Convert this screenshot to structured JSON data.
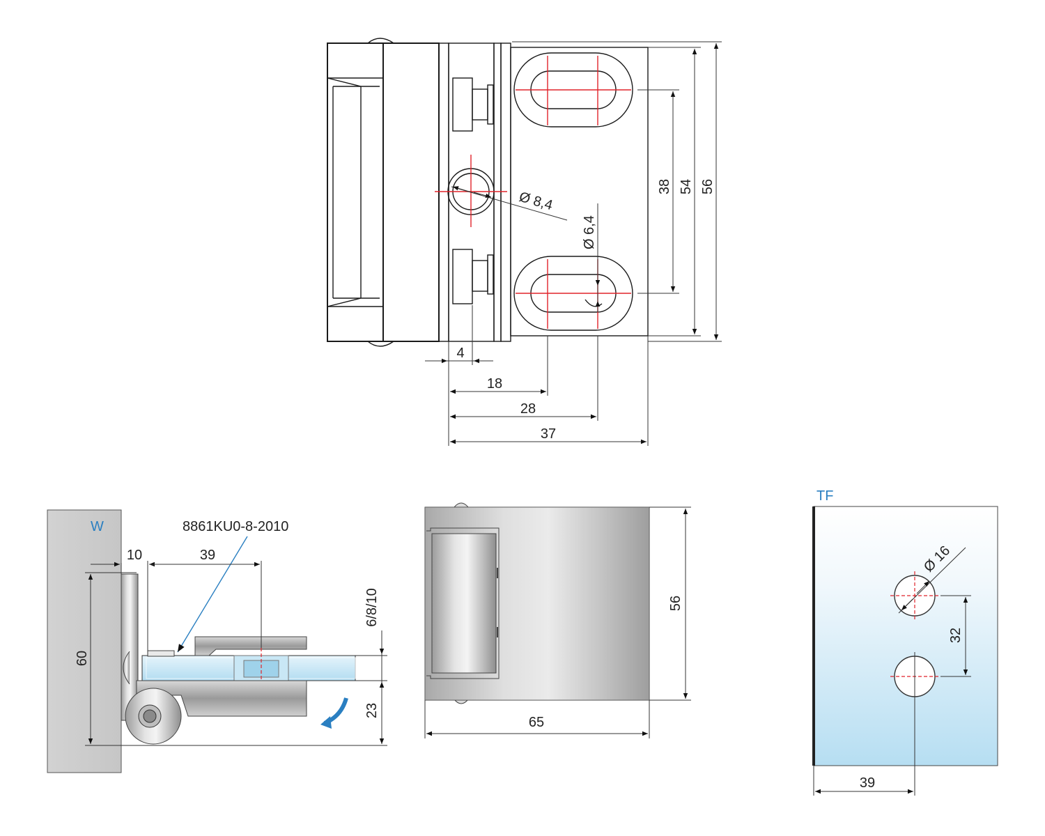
{
  "top_view": {
    "dims": {
      "d38": "38",
      "d54": "54",
      "d56": "56",
      "d4": "4",
      "d18": "18",
      "d28": "28",
      "d37": "37",
      "dia84": "Ø 8,4",
      "dia64": "Ø 6,4"
    }
  },
  "side_view": {
    "wall_label": "W",
    "part_number": "8861KU0-8-2010",
    "dims": {
      "d10": "10",
      "d39": "39",
      "d60": "60",
      "glass": "6/8/10",
      "d23": "23"
    }
  },
  "front_view": {
    "dims": {
      "d56": "56",
      "d65": "65"
    }
  },
  "glass_view": {
    "label": "TF",
    "dims": {
      "dia16": "Ø 16",
      "d32": "32",
      "d39": "39"
    }
  },
  "colors": {
    "centerline": "#e0232a",
    "annotation": "#2a7fc1",
    "glass": "#bfe3f3"
  }
}
